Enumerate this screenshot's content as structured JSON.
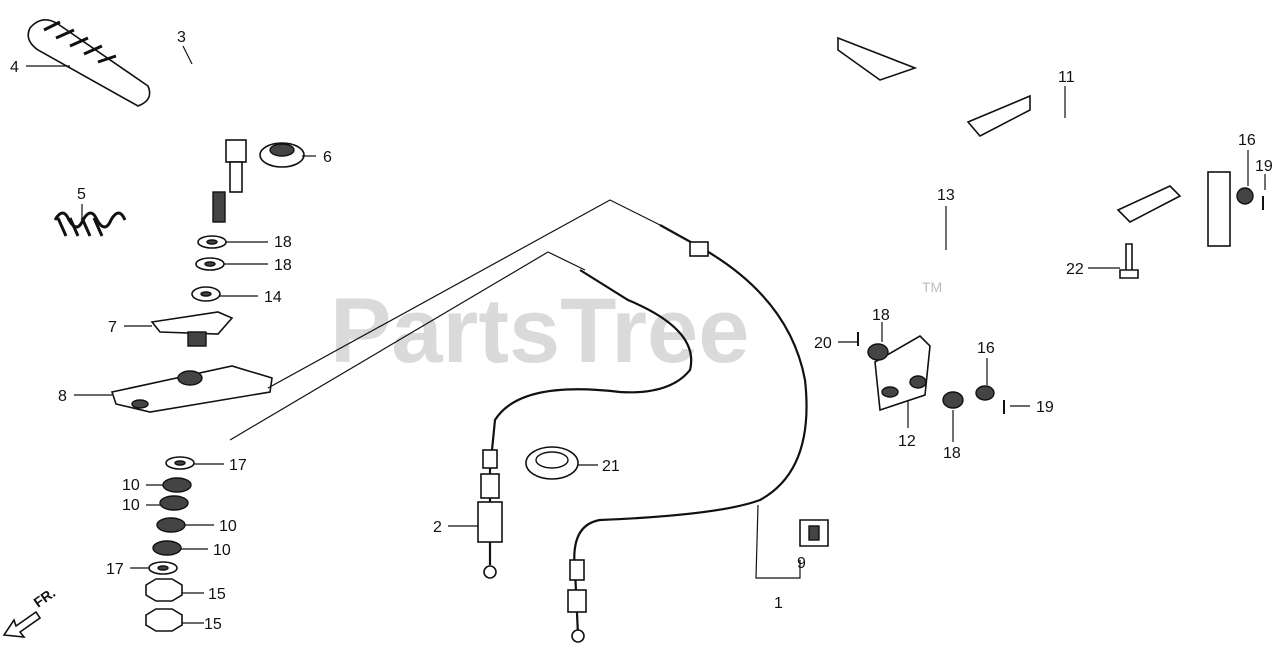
{
  "watermark": {
    "text": "PartsTree",
    "tm": "TM"
  },
  "orientation": {
    "label": "FR."
  },
  "callouts": [
    {
      "id": "c3",
      "text": "3"
    },
    {
      "id": "c4",
      "text": "4"
    },
    {
      "id": "c6",
      "text": "6"
    },
    {
      "id": "c5",
      "text": "5"
    },
    {
      "id": "c18a",
      "text": "18"
    },
    {
      "id": "c18b",
      "text": "18"
    },
    {
      "id": "c14",
      "text": "14"
    },
    {
      "id": "c7",
      "text": "7"
    },
    {
      "id": "c8",
      "text": "8"
    },
    {
      "id": "c17a",
      "text": "17"
    },
    {
      "id": "c10a",
      "text": "10"
    },
    {
      "id": "c10b",
      "text": "10"
    },
    {
      "id": "c10c",
      "text": "10"
    },
    {
      "id": "c10d",
      "text": "10"
    },
    {
      "id": "c17b",
      "text": "17"
    },
    {
      "id": "c15a",
      "text": "15"
    },
    {
      "id": "c15b",
      "text": "15"
    },
    {
      "id": "c2",
      "text": "2"
    },
    {
      "id": "c21",
      "text": "21"
    },
    {
      "id": "c1",
      "text": "1"
    },
    {
      "id": "c9",
      "text": "9"
    },
    {
      "id": "c11",
      "text": "11"
    },
    {
      "id": "c13",
      "text": "13"
    },
    {
      "id": "c16a",
      "text": "16"
    },
    {
      "id": "c19a",
      "text": "19"
    },
    {
      "id": "c22",
      "text": "22"
    },
    {
      "id": "c20",
      "text": "20"
    },
    {
      "id": "c18c",
      "text": "18"
    },
    {
      "id": "c16b",
      "text": "16"
    },
    {
      "id": "c19b",
      "text": "19"
    },
    {
      "id": "c12",
      "text": "12"
    },
    {
      "id": "c18d",
      "text": "18"
    }
  ]
}
